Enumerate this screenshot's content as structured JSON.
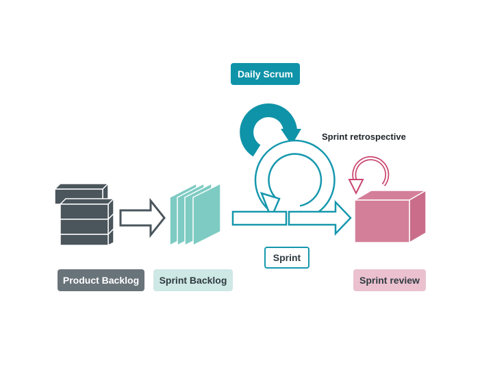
{
  "labels": {
    "product_backlog": "Product Backlog",
    "sprint_backlog": "Sprint Backlog",
    "daily_scrum": "Daily Scrum",
    "sprint": "Sprint",
    "sprint_retrospective": "Sprint retrospective",
    "sprint_review": "Sprint review"
  },
  "colors": {
    "product_backlog": "#4a555c",
    "sprint_backlog": "#7ecbc3",
    "scrum_teal": "#0f93a8",
    "review": "#d47f99"
  },
  "icons": [
    "stacked-bricks-icon",
    "outline-arrow-icon",
    "stacked-sheets-icon",
    "circular-arrow-icon",
    "sprint-cycle-arrow-icon",
    "cube-icon"
  ]
}
